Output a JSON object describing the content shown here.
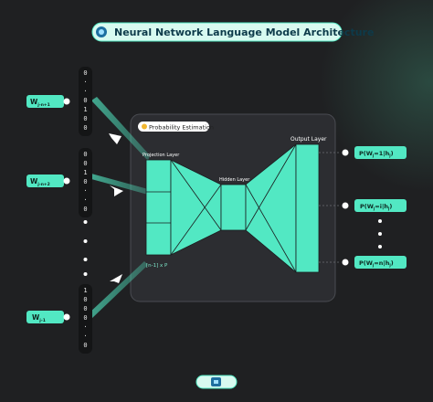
{
  "title": "Neural Network Language Model Architecture",
  "probability_box_label": "Probability Estimation",
  "projection_layer_label": "Projection Layer",
  "hidden_layer_label": "Hidden Layer",
  "output_layer_label": "Output Layer",
  "projection_dims": "[n-1] x P",
  "inputs": [
    {
      "main": "W",
      "sub": "j-n+1",
      "vector": [
        "0",
        "·",
        "·",
        "0",
        "1",
        "0",
        "0"
      ]
    },
    {
      "main": "W",
      "sub": "j-n+2",
      "vector": [
        "0",
        "0",
        "1",
        "0",
        "·",
        "·",
        "0"
      ]
    },
    {
      "main": "W",
      "sub": "j-1",
      "vector": [
        "1",
        "0",
        "0",
        "0",
        "·",
        "·",
        "0"
      ]
    }
  ],
  "outputs": [
    {
      "pre": "P(W",
      "sub": "j",
      "mid": "=1|h",
      "sub2": "j",
      "post": ")"
    },
    {
      "pre": "P(W",
      "sub": "j",
      "mid": "=i|h",
      "sub2": "j",
      "post": ")"
    },
    {
      "pre": "P(W",
      "sub": "j",
      "mid": "=n|h",
      "sub2": "j",
      "post": ")"
    }
  ],
  "colors": {
    "accent": "#52e8c3",
    "background": "#1f2022",
    "panel": "#2c2d31",
    "title_bg": "#d8faf0"
  }
}
